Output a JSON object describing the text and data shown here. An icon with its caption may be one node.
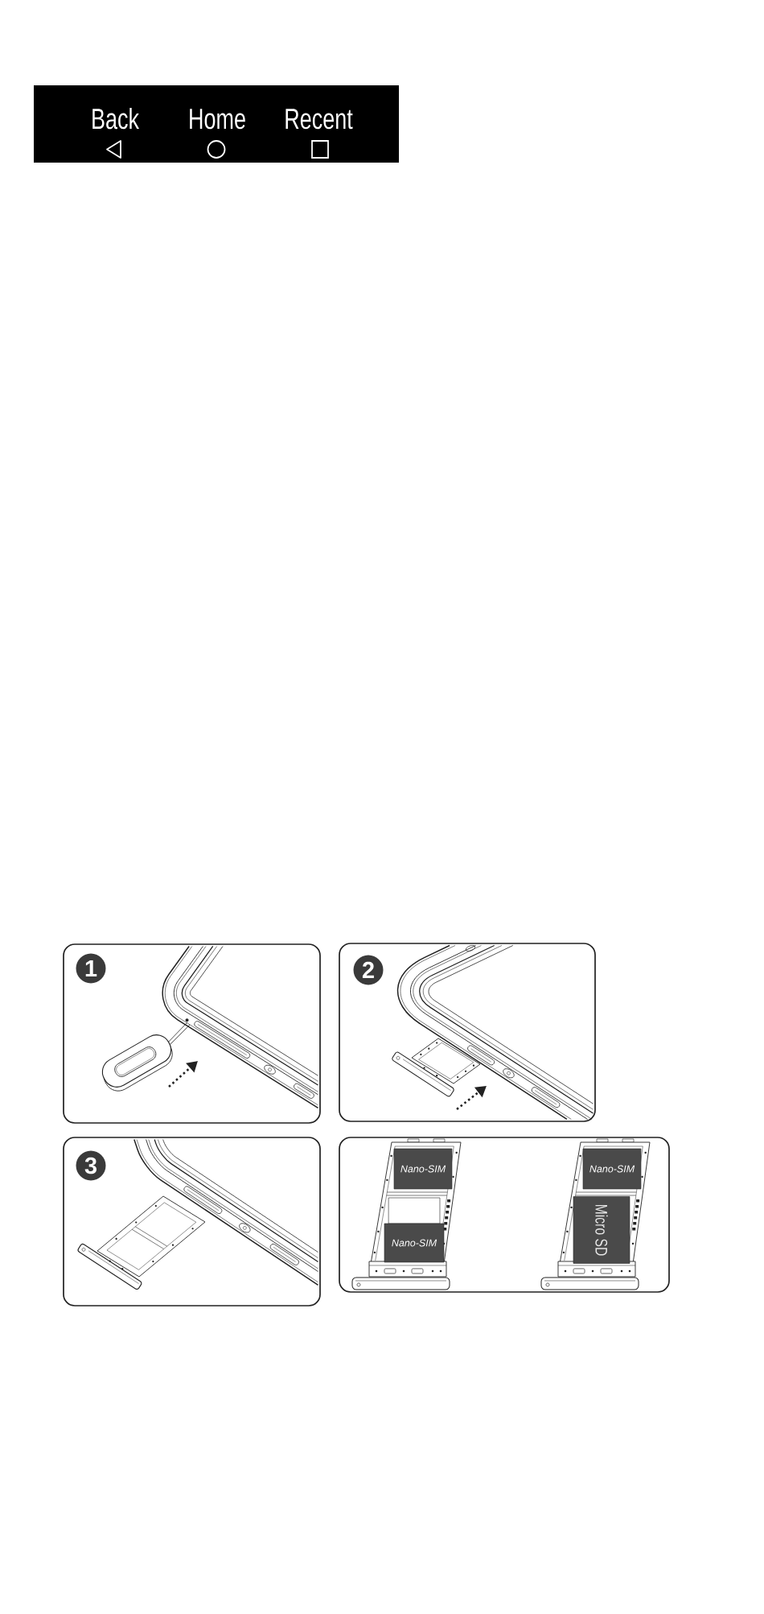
{
  "diagram": {
    "nodes": [
      {
        "text": [
          "Back",
          "Home",
          "Recent"
        ]
      },
      {
        "text": [],
        "shape": "box"
      },
      {
        "text": [
          "1"
        ],
        "in": 1
      },
      {
        "text": [],
        "shape": "box"
      },
      {
        "text": [
          "2"
        ],
        "in": 3
      },
      {
        "text": [],
        "shape": "box"
      },
      {
        "text": [
          "3"
        ],
        "in": 5
      },
      {
        "text": [],
        "shape": "box"
      },
      {
        "text": [
          "Nano-SIM"
        ],
        "in": 7
      },
      {
        "text": [
          "Nano-SIM"
        ],
        "in": 7
      },
      {
        "text": [
          "Nano-SIM"
        ],
        "in": 7
      },
      {
        "text": [
          "Micro SD"
        ],
        "in": 7
      }
    ]
  }
}
